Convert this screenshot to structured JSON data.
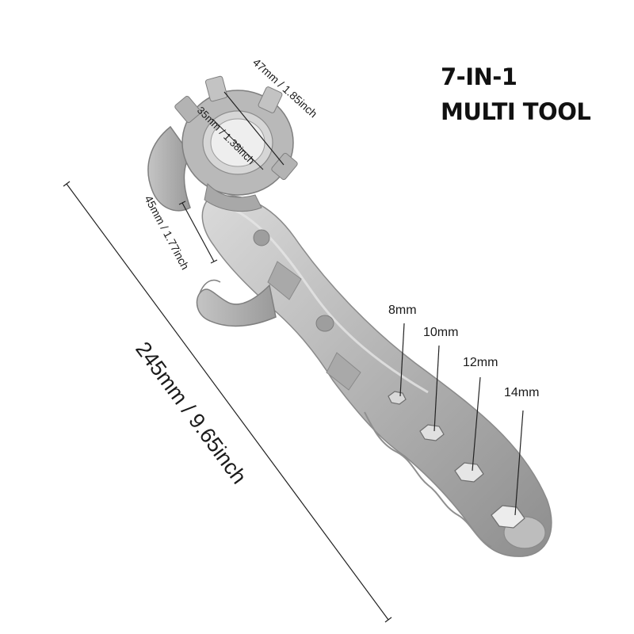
{
  "product": {
    "title_line_1": "7-IN-1",
    "title_line_2": "MULTI TOOL"
  },
  "dimensions": {
    "total_length": "245mm / 9.65inch",
    "outer_lug_span": "47mm / 1.85inch",
    "inner_diameter": "35mm / 1.38inch",
    "hook_opening": "45mm / 1.77inch"
  },
  "hex_sizes": [
    "8mm",
    "10mm",
    "12mm",
    "14mm"
  ],
  "colors": {
    "metal_light": "#c9c9c9",
    "metal_mid": "#a7a7a7",
    "metal_dark": "#7d7d7d",
    "line": "#222222",
    "text": "#111111"
  }
}
